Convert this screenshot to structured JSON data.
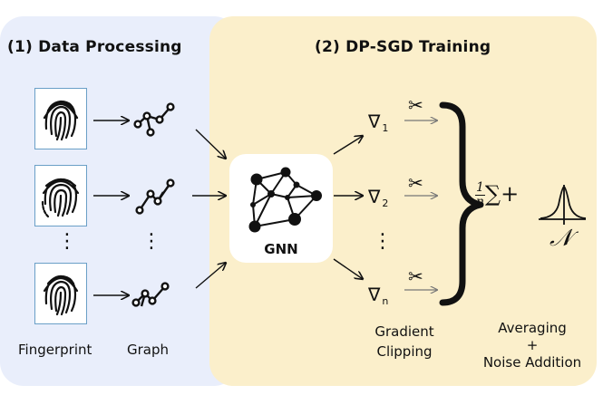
{
  "panel_left": {
    "title": "(1) Data Processing"
  },
  "panel_right": {
    "title": "(2) DP-SGD Training"
  },
  "labels": {
    "fingerprint": "Fingerprint",
    "graph": "Graph",
    "gnn": "GNN",
    "gradient_clipping": [
      "Gradient",
      "Clipping"
    ],
    "averaging": [
      "Averaging",
      "+",
      "Noise Addition"
    ]
  },
  "gradients": [
    {
      "symbol": "∇",
      "index": "1"
    },
    {
      "symbol": "∇",
      "index": "2"
    },
    {
      "symbol": "∇",
      "index": "n"
    }
  ],
  "ellipsis": "⋮",
  "formula": {
    "numerator": "1",
    "denominator": "n",
    "sum": "∑",
    "plus": "+",
    "normal": "𝒩"
  },
  "icons": [
    "fingerprint-icon",
    "graph-icon",
    "neural-network-icon",
    "scissors-icon",
    "gaussian-curve-icon"
  ]
}
